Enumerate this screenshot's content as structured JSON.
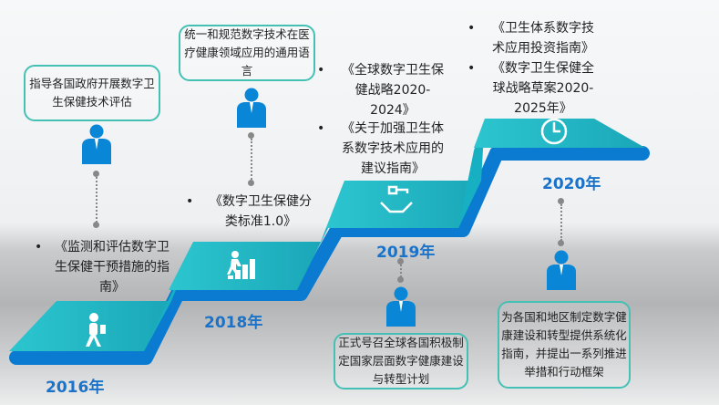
{
  "years": [
    "2016年",
    "2018年",
    "2019年",
    "2020年"
  ],
  "boxes": {
    "y2016": "指导各国政府开展数字卫生保健技术评估",
    "y2018": "统一和规范数字技术在医疗健康领域应用的通用语言",
    "y2019": "正式号召全球各国积极制定国家层面数字健康建设与转型计划",
    "y2020": "为各国和地区制定数字健康建设和转型提供系统化指南，并提出一系列推进举措和行动框架"
  },
  "docs": {
    "y2016": [
      "《监测和评估数字卫生保健干预措施的指南》"
    ],
    "y2018": [
      "《数字卫生保健分类标准1.0》"
    ],
    "y2019": [
      "《全球数字卫生保健战略2020-2024》",
      "《关于加强卫生体系数字技术应用的建议指南》"
    ],
    "y2020": [
      "《卫生体系数字技术应用投资指南》",
      "《数字卫生保健全球战略草案2020-2025年》"
    ]
  },
  "bullet": "•",
  "colors": {
    "teal": "#1bb8c8",
    "blue": "#0a7bd0",
    "year": "#1a73c8",
    "box_border": "#45c0b5"
  },
  "icons": [
    "person-walking-icon",
    "person-climbing-stairs-icon",
    "handshake-key-icon",
    "clock-icon",
    "businessman-icon"
  ]
}
